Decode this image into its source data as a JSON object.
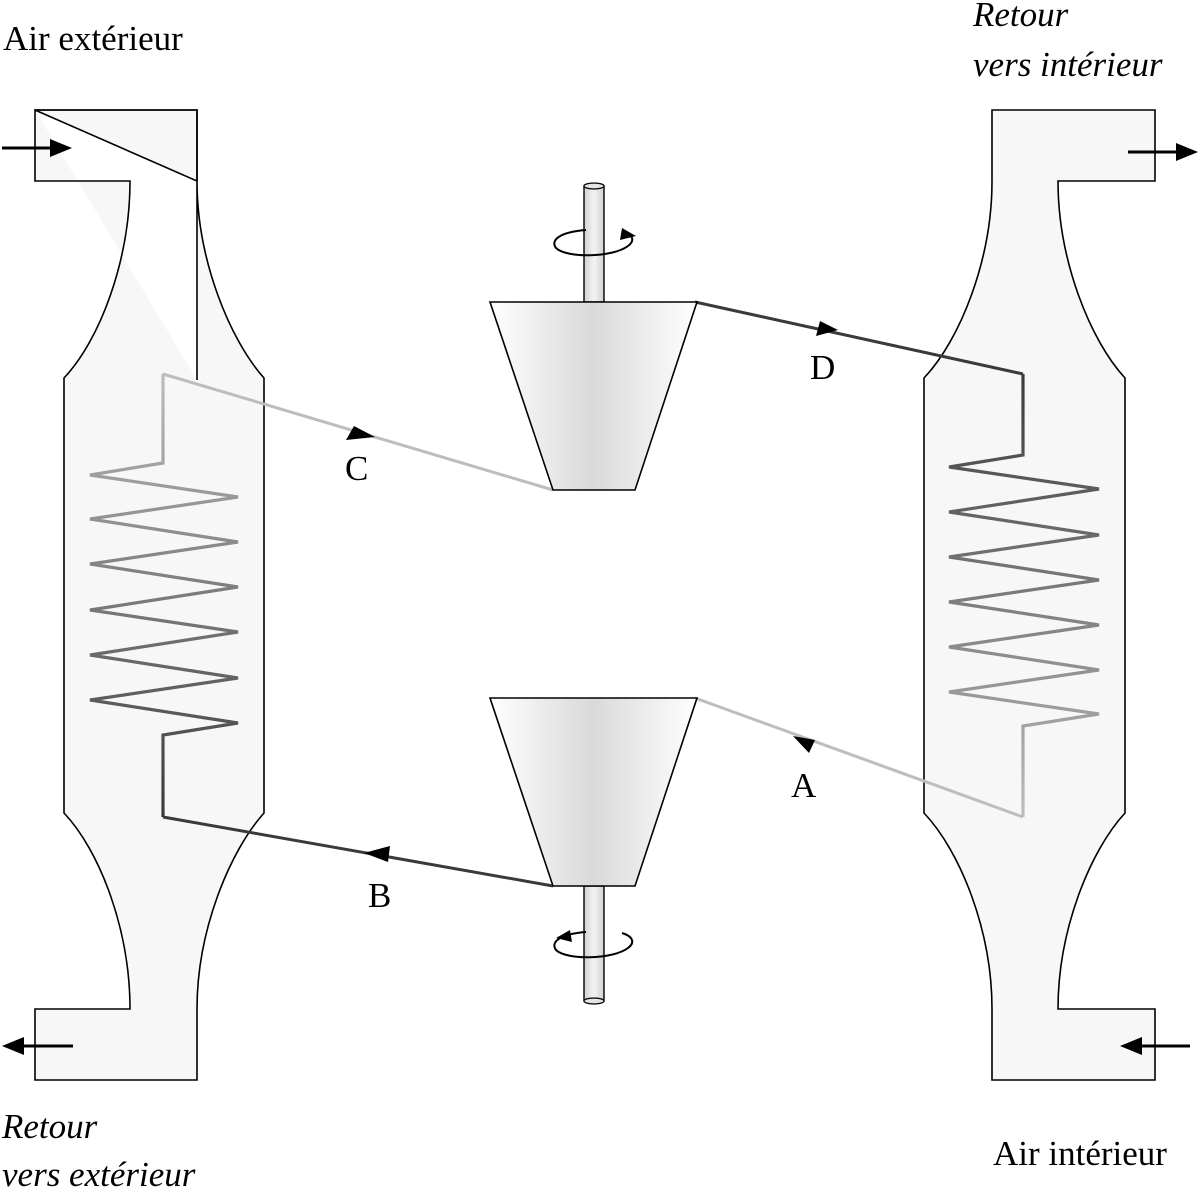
{
  "labels": {
    "top_left": "Air extérieur",
    "top_right_line1": "Retour",
    "top_right_line2": "vers intérieur",
    "bottom_left_line1": "Retour",
    "bottom_left_line2": "vers extérieur",
    "bottom_right": "Air intérieur"
  },
  "points": {
    "A": "A",
    "B": "B",
    "C": "C",
    "D": "D"
  },
  "colors": {
    "duct_fill": "#f7f7f7",
    "hot_line": "#3a3a3a",
    "cold_line": "#bdbdbd",
    "outline": "#000000"
  }
}
